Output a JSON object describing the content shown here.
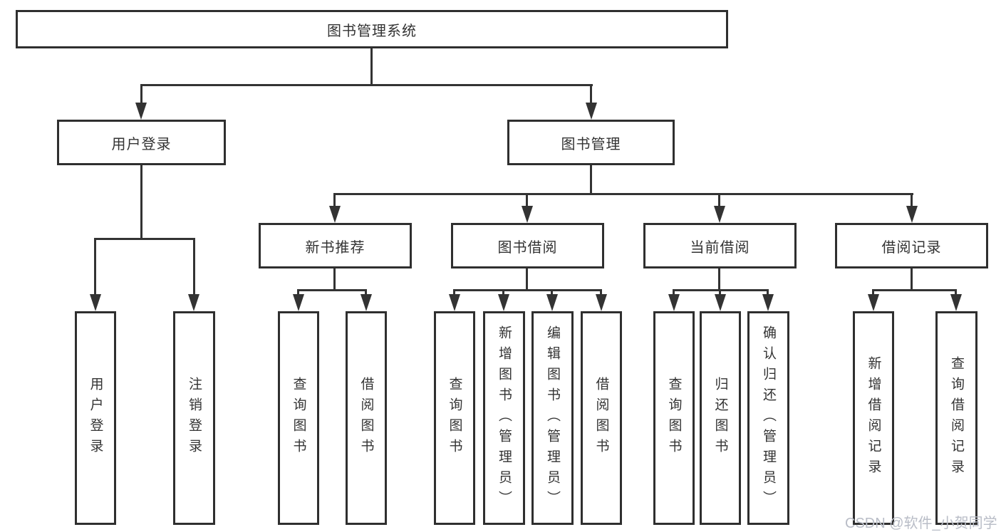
{
  "root": {
    "label": "图书管理系统"
  },
  "level2": [
    {
      "label": "用户登录",
      "parent": "图书管理系统"
    },
    {
      "label": "图书管理",
      "parent": "图书管理系统"
    }
  ],
  "level3": [
    {
      "label": "新书推荐",
      "parent": "图书管理"
    },
    {
      "label": "图书借阅",
      "parent": "图书管理"
    },
    {
      "label": "当前借阅",
      "parent": "图书管理"
    },
    {
      "label": "借阅记录",
      "parent": "图书管理"
    }
  ],
  "leaves": [
    {
      "label": "用户登录",
      "parent": "用户登录"
    },
    {
      "label": "注销登录",
      "parent": "用户登录"
    },
    {
      "label": "查询图书",
      "parent": "新书推荐"
    },
    {
      "label": "借阅图书",
      "parent": "新书推荐"
    },
    {
      "label": "查询图书",
      "parent": "图书借阅"
    },
    {
      "label": "新增图书（管理员）",
      "parent": "图书借阅"
    },
    {
      "label": "编辑图书（管理员）",
      "parent": "图书借阅"
    },
    {
      "label": "借阅图书",
      "parent": "图书借阅"
    },
    {
      "label": "查询图书",
      "parent": "当前借阅"
    },
    {
      "label": "归还图书",
      "parent": "当前借阅"
    },
    {
      "label": "确认归还（管理员）",
      "parent": "当前借阅"
    },
    {
      "label": "新增借阅记录",
      "parent": "借阅记录"
    },
    {
      "label": "查询借阅记录",
      "parent": "借阅记录"
    }
  ],
  "watermark": "CSDN @软件_小贺同学",
  "colors": {
    "line": "#333333",
    "border": "#2f2f2f",
    "text": "#333333",
    "background": "#ffffff",
    "watermark": "#b9bdc7"
  }
}
